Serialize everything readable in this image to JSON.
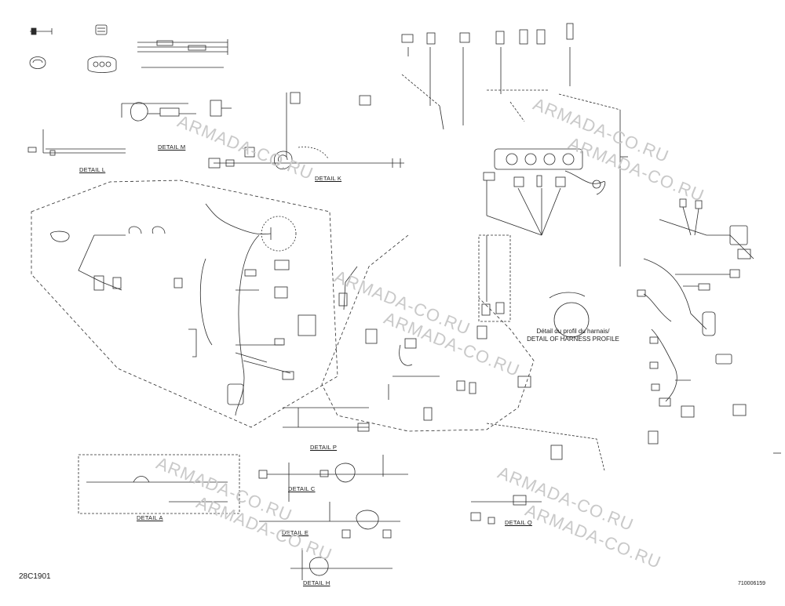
{
  "sheet": {
    "code_left": "28C1901",
    "code_right": "710006159"
  },
  "profile": {
    "line1": "Détail du profil du harnais/",
    "line2": "DETAIL OF HARNESS PROFILE"
  },
  "details": {
    "L": "DETAIL L",
    "M": "DETAIL M",
    "K": "DETAIL K",
    "P": "DETAIL P",
    "C": "DETAIL C",
    "A": "DETAIL A",
    "E": "DETAIL E",
    "H": "DETAIL H",
    "Q": "DETAIL Q"
  },
  "watermark": "ARMADA-CO.RU",
  "palette": {
    "line": "#2b2b2b",
    "watermark": "#c9c9c9"
  }
}
